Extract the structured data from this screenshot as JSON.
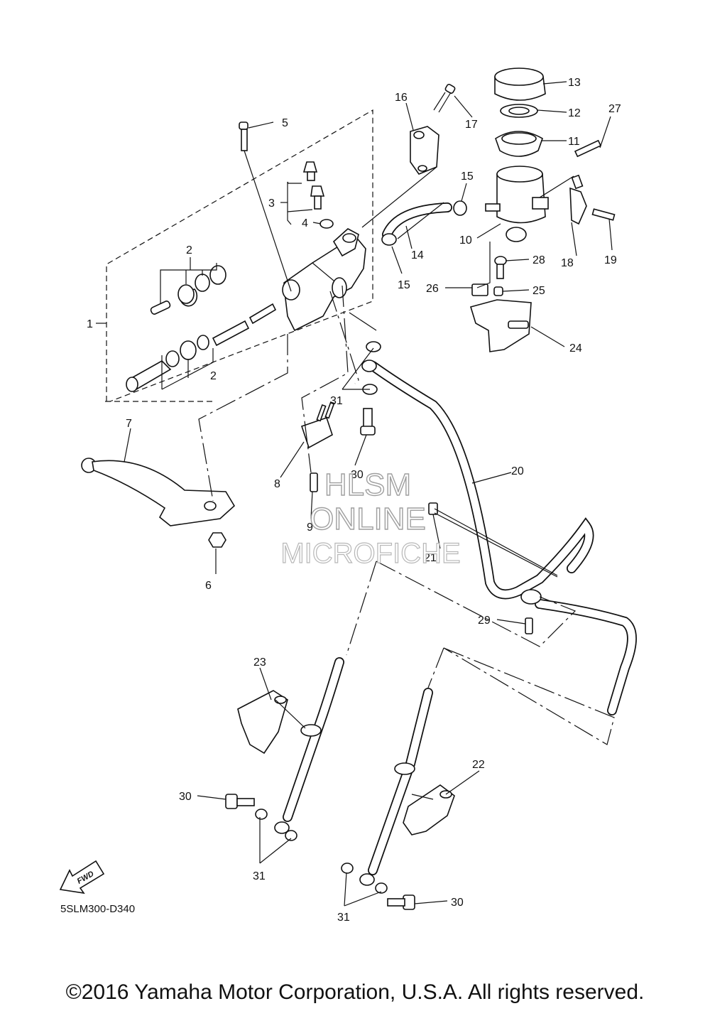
{
  "callouts": {
    "c1": "1",
    "c2a": "2",
    "c2b": "2",
    "c3": "3",
    "c4": "4",
    "c5": "5",
    "c6": "6",
    "c7": "7",
    "c8": "8",
    "c9": "9",
    "c10": "10",
    "c11": "11",
    "c12": "12",
    "c13": "13",
    "c14": "14",
    "c15a": "15",
    "c15b": "15",
    "c16": "16",
    "c17": "17",
    "c18": "18",
    "c19": "19",
    "c20": "20",
    "c21": "21",
    "c22": "22",
    "c23": "23",
    "c24": "24",
    "c25": "25",
    "c26": "26",
    "c27": "27",
    "c28": "28",
    "c29": "29",
    "c30a": "30",
    "c30b": "30",
    "c30c": "30",
    "c31a": "31",
    "c31b": "31",
    "c31c": "31"
  },
  "fwd_label": "FWD",
  "diagram_code": "5SLM300-D340",
  "watermark": {
    "line1": "HLSM",
    "line2": "ONLINE",
    "line3": "MICROFICHE"
  },
  "copyright": "©2016 Yamaha Motor Corporation, U.S.A. All rights reserved."
}
